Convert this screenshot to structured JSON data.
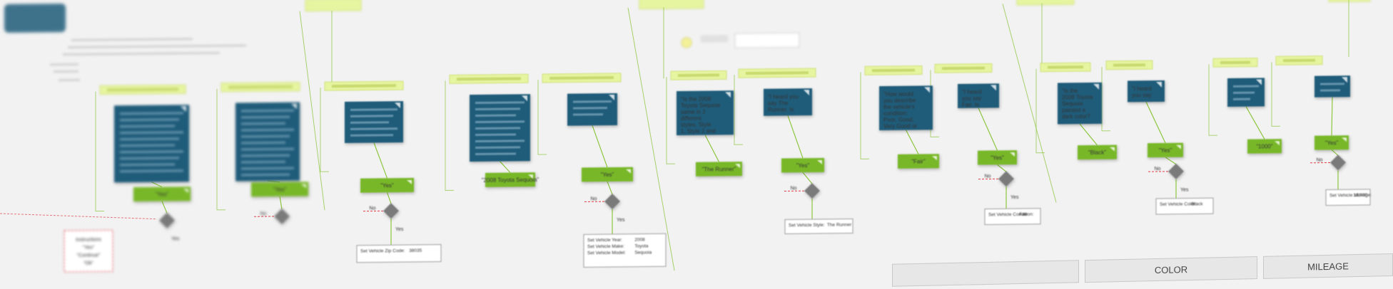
{
  "flows": [
    {
      "id": "f1",
      "prompt": "",
      "answer": "\"Yes\"",
      "no_label": "",
      "yes_label": "Yes",
      "set_rows": [],
      "note_lines": [
        "Instructions",
        "\"Yes\"",
        "\"Continue\"",
        "\"Ok\""
      ]
    },
    {
      "id": "f2",
      "prompt": "",
      "answer": "\"Yes\"",
      "no_label": "No",
      "yes_label": "",
      "set_rows": [],
      "note_lines": []
    },
    {
      "id": "f3",
      "prompt": "",
      "answer": "\"Yes\"",
      "no_label": "No",
      "yes_label": "Yes",
      "set_rows": [
        {
          "k": "Set Vehicle Zip Code:",
          "v": "38035"
        }
      ],
      "note_lines": []
    },
    {
      "id": "f4",
      "prompt": "",
      "answer": "\"2008 Toyota Sequoia\"",
      "no_label": "",
      "yes_label": "",
      "set_rows": [],
      "note_lines": []
    },
    {
      "id": "f5",
      "prompt": "",
      "answer": "\"Yes\"",
      "no_label": "No",
      "yes_label": "Yes",
      "set_rows": [
        {
          "k": "Set Vehicle Year:",
          "v": "2008"
        },
        {
          "k": "Set Vehicle Make:",
          "v": "Toyota"
        },
        {
          "k": "Set Vehicle Model:",
          "v": "Sequoia"
        }
      ],
      "note_lines": []
    },
    {
      "id": "f6",
      "prompt": "\"Is the 2008 Toyota Sequoia same in 2 different styles. Style 1, Style 2 and Style 3. Which style matches the vehicle?\"",
      "answer": "\"The Runner\"",
      "no_label": "",
      "yes_label": "",
      "set_rows": [],
      "note_lines": []
    },
    {
      "id": "f7",
      "prompt": "\"I heard you say The Runner. Is this correct?\"",
      "answer": "\"Yes\"",
      "no_label": "No",
      "yes_label": "",
      "set_rows": [
        {
          "k": "Set Vehicle Style:",
          "v": "The Runner"
        }
      ],
      "note_lines": []
    },
    {
      "id": "f8",
      "prompt": "\"How would you describe the vehicle's condition: Poor, Good, Very Good or Excellent?\"",
      "answer": "\"Fair\"",
      "no_label": "",
      "yes_label": "",
      "set_rows": [],
      "note_lines": []
    },
    {
      "id": "f9",
      "prompt": "\"I heard you say Fair. Is this correct?\"",
      "answer": "\"Yes\"",
      "no_label": "No",
      "yes_label": "Yes",
      "set_rows": [
        {
          "k": "Set Vehicle Condition:",
          "v": "Fair"
        }
      ],
      "note_lines": []
    },
    {
      "id": "f10",
      "prompt": "\"Is the 2008 Toyota Sequoia painted a dark color? Please say it top for now\"",
      "answer": "\"Black\"",
      "no_label": "",
      "yes_label": "",
      "set_rows": [],
      "note_lines": []
    },
    {
      "id": "f11",
      "prompt": "\"I heard you say Black. Is this correct?\"",
      "answer": "\"Yes\"",
      "no_label": "No",
      "yes_label": "Yes",
      "set_rows": [
        {
          "k": "Set Vehicle Color:",
          "v": "Black"
        }
      ],
      "note_lines": []
    },
    {
      "id": "f12",
      "prompt": "",
      "answer": "\"1000\"",
      "no_label": "",
      "yes_label": "",
      "set_rows": [],
      "note_lines": []
    },
    {
      "id": "f13",
      "prompt": "",
      "answer": "\"Yes\"",
      "no_label": "No",
      "yes_label": "",
      "set_rows": [
        {
          "k": "Set Vehicle Mileage:",
          "v": "16,000"
        }
      ],
      "note_lines": []
    }
  ],
  "tabs": [
    "",
    "COLOR",
    "MILEAGE"
  ],
  "colors": {
    "prompt_box": "#1f5c7a",
    "answer_box": "#78b828",
    "decision": "#7a7a7a",
    "connector": "#8dc63f",
    "error": "#e0404a",
    "header": "#e6f5a0",
    "start": "#1f5c7a"
  }
}
